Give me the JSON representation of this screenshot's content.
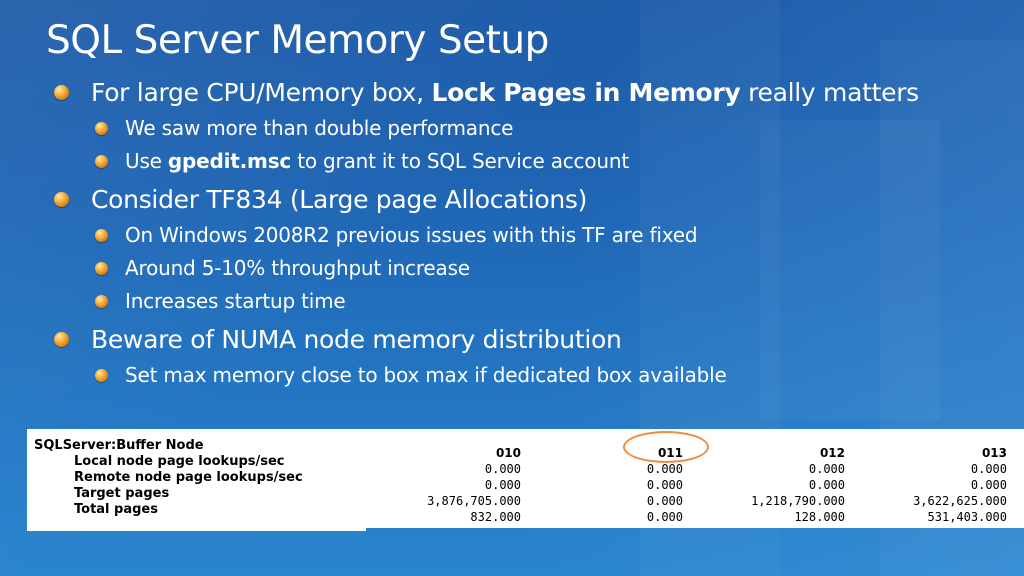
{
  "slide": {
    "title": "SQL Server Memory Setup"
  },
  "bullets": [
    {
      "level": 1,
      "parts": [
        "For large CPU/Memory box, ",
        "Lock Pages in Memory",
        " really matters"
      ]
    },
    {
      "level": 2,
      "parts": [
        "We saw more than double performance"
      ]
    },
    {
      "level": 2,
      "parts": [
        "Use ",
        "gpedit.msc",
        " to grant it to SQL Service account"
      ]
    },
    {
      "level": 1,
      "parts": [
        "Consider TF834 (Large page Allocations)"
      ]
    },
    {
      "level": 2,
      "parts": [
        "On Windows 2008R2 previous issues with this TF are fixed"
      ]
    },
    {
      "level": 2,
      "parts": [
        "Around 5-10% throughput increase"
      ]
    },
    {
      "level": 2,
      "parts": [
        "Increases startup time"
      ]
    },
    {
      "level": 1,
      "parts": [
        "Beware of NUMA node memory distribution"
      ]
    },
    {
      "level": 2,
      "parts": [
        "Set max memory close to box max if dedicated box available"
      ]
    }
  ],
  "perfmon": {
    "object": "SQLServer:Buffer Node",
    "counters": [
      "Local node page lookups/sec",
      "Remote node page lookups/sec",
      "Target pages",
      "Total pages"
    ],
    "columns": [
      {
        "header": "010",
        "values": [
          "0.000",
          "0.000",
          "3,876,705.000",
          "832.000"
        ]
      },
      {
        "header": "011",
        "values": [
          "0.000",
          "0.000",
          "0.000",
          "0.000"
        ]
      },
      {
        "header": "012",
        "values": [
          "0.000",
          "0.000",
          "1,218,790.000",
          "128.000"
        ]
      },
      {
        "header": "013",
        "values": [
          "0.000",
          "0.000",
          "3,622,625.000",
          "531,403.000"
        ]
      }
    ],
    "highlighted_column": "011",
    "highlight_color": "#f08a3c"
  },
  "colors": {
    "background_top": "#1e5ba8",
    "background_bottom": "#2a85cd",
    "bullet": "#f7b546",
    "text": "#ffffff"
  }
}
